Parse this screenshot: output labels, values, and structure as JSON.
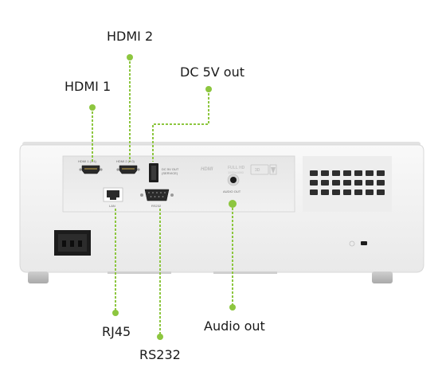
{
  "labels": {
    "hdmi1": "HDMI 1",
    "hdmi2": "HDMI 2",
    "dc5v": "DC 5V out",
    "rj45": "RJ45",
    "rs232": "RS232",
    "audio": "Audio out"
  },
  "panel_text": {
    "hdmi1_port": "HDMI 1 (1.4)",
    "hdmi2_port": "HDMI 2 (2.0)",
    "usb_port": "DC 5V OUT (SERVICE)",
    "lan": "LAN",
    "rs232": "RS232",
    "audio": "AUDIO OUT",
    "hdmi_logo": "HDMI",
    "full_hd": "FULL HD",
    "full_hd_sub": "1920x1080",
    "ready_3d": "3D"
  },
  "colors": {
    "accent_green": "#8dc63f",
    "body_white": "#f4f4f4",
    "panel_gray": "#ebebeb"
  },
  "icons": [
    "power-socket-icon",
    "kensington-lock-icon",
    "power-led-icon",
    "compliance-mark-icon"
  ]
}
